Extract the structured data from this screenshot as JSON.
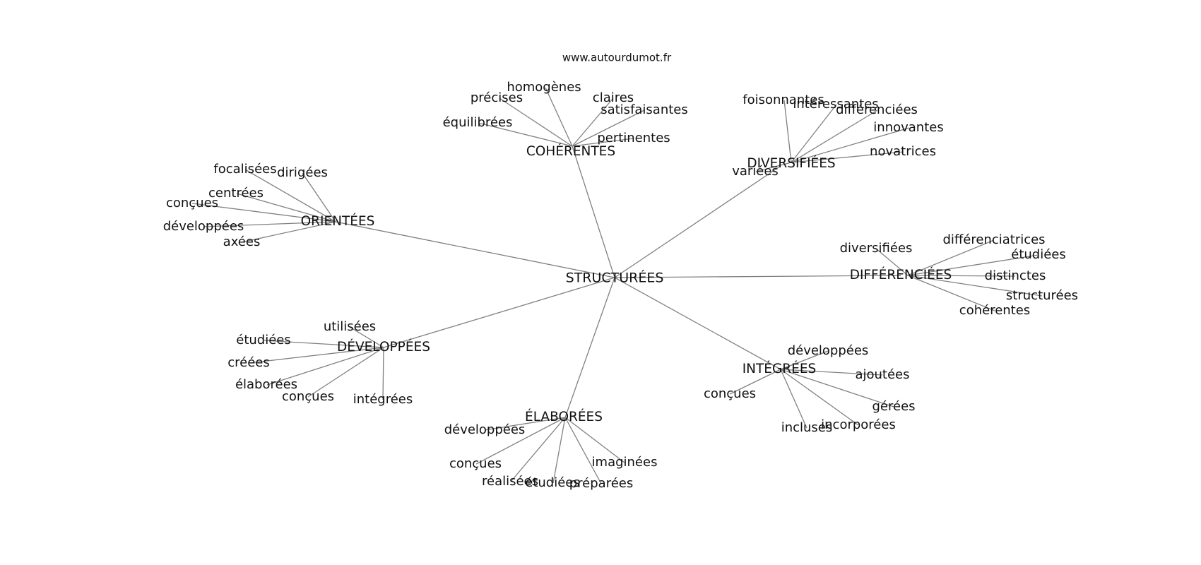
{
  "source": "www.autourdumot.fr",
  "root": "STRUCTURÉES",
  "groups": [
    {
      "hub": "COHÉRENTES",
      "words": [
        "homogènes",
        "précises",
        "claires",
        "satisfaisantes",
        "équilibrées",
        "pertinentes"
      ]
    },
    {
      "hub": "DIVERSIFIÉES",
      "words": [
        "foisonnantes",
        "intéressantes",
        "différenciées",
        "innovantes",
        "novatrices",
        "variées"
      ]
    },
    {
      "hub": "ORIENTÉES",
      "words": [
        "focalisées",
        "dirigées",
        "centrées",
        "conçues",
        "développées",
        "axées"
      ]
    },
    {
      "hub": "DIFFÉRENCIÉES",
      "words": [
        "diversifiées",
        "différenciatrices",
        "étudiées",
        "distinctes",
        "structurées",
        "cohérentes"
      ]
    },
    {
      "hub": "DÉVELOPPÉES",
      "words": [
        "utilisées",
        "étudiées",
        "créées",
        "élaborées",
        "conçues",
        "intégrées"
      ]
    },
    {
      "hub": "INTÉGRÉES",
      "words": [
        "développées",
        "ajoutées",
        "conçues",
        "gérées",
        "incorporées",
        "incluses"
      ]
    },
    {
      "hub": "ÉLABORÉES",
      "words": [
        "développées",
        "conçues",
        "réalisées",
        "étudiées",
        "préparées",
        "imaginées"
      ]
    }
  ]
}
